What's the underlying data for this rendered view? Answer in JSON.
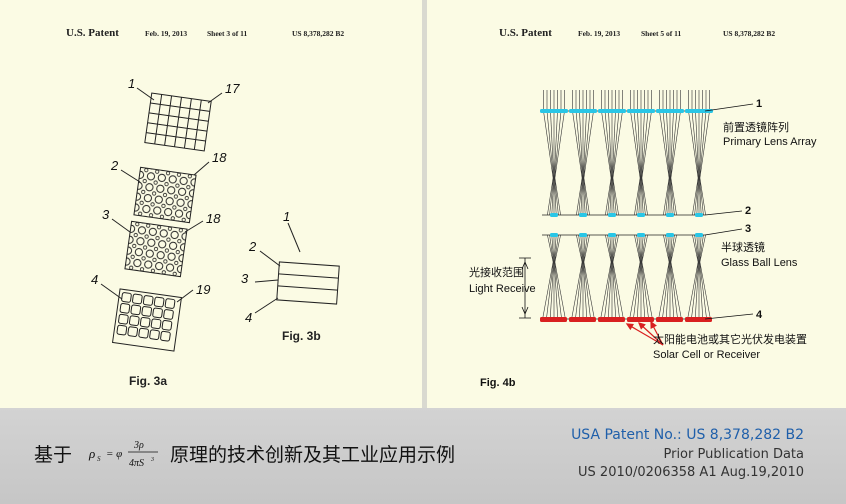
{
  "left_sheet": {
    "title": "U.S. Patent",
    "date": "Feb. 19, 2013",
    "sheet": "Sheet 3 of 11",
    "patent_no": "US 8,378,282 B2",
    "fig3a_labels": {
      "l1": "1",
      "l17": "17",
      "l2": "2",
      "l18a": "18",
      "l3": "3",
      "l18b": "18",
      "l4": "4",
      "l19": "19"
    },
    "fig3b_labels": {
      "l1": "1",
      "l2": "2",
      "l3": "3",
      "l4": "4"
    },
    "caption_3a": "Fig. 3a",
    "caption_3b": "Fig. 3b"
  },
  "right_sheet": {
    "title": "U.S. Patent",
    "date": "Feb. 19, 2013",
    "sheet": "Sheet 5 of 11",
    "patent_no": "US 8,378,282 B2",
    "label_1": "1",
    "label_2": "2",
    "label_3": "3",
    "label_4": "4",
    "primary_cn": "前置透镜阵列",
    "primary_en": "Primary Lens Array",
    "ball_cn": "半球透镜",
    "ball_en": "Glass Ball Lens",
    "receive_cn": "光接收范围",
    "receive_en": "Light Receive",
    "solar_cn": "太阳能电池或其它光伏发电装置",
    "solar_en": "Solar Cell or Receiver",
    "caption_4b": "Fig. 4b",
    "colors": {
      "lens": "#29c6e6",
      "cell": "#d92020",
      "arrow": "#d92020"
    }
  },
  "footer": {
    "title_part1": "基于",
    "formula_lhs": "ρ",
    "formula_sub": "S",
    "formula_eq": "= φ",
    "formula_num": "3ρ",
    "formula_den": "4πS",
    "formula_exp": "3",
    "title_part2": "原理的技术创新及其工业应用示例",
    "patent_line": "USA Patent No.: US 8,378,282 B2",
    "prior_line": "Prior Publication Data",
    "pub_line": "US 2010/0206358 A1  Aug.19,2010"
  }
}
